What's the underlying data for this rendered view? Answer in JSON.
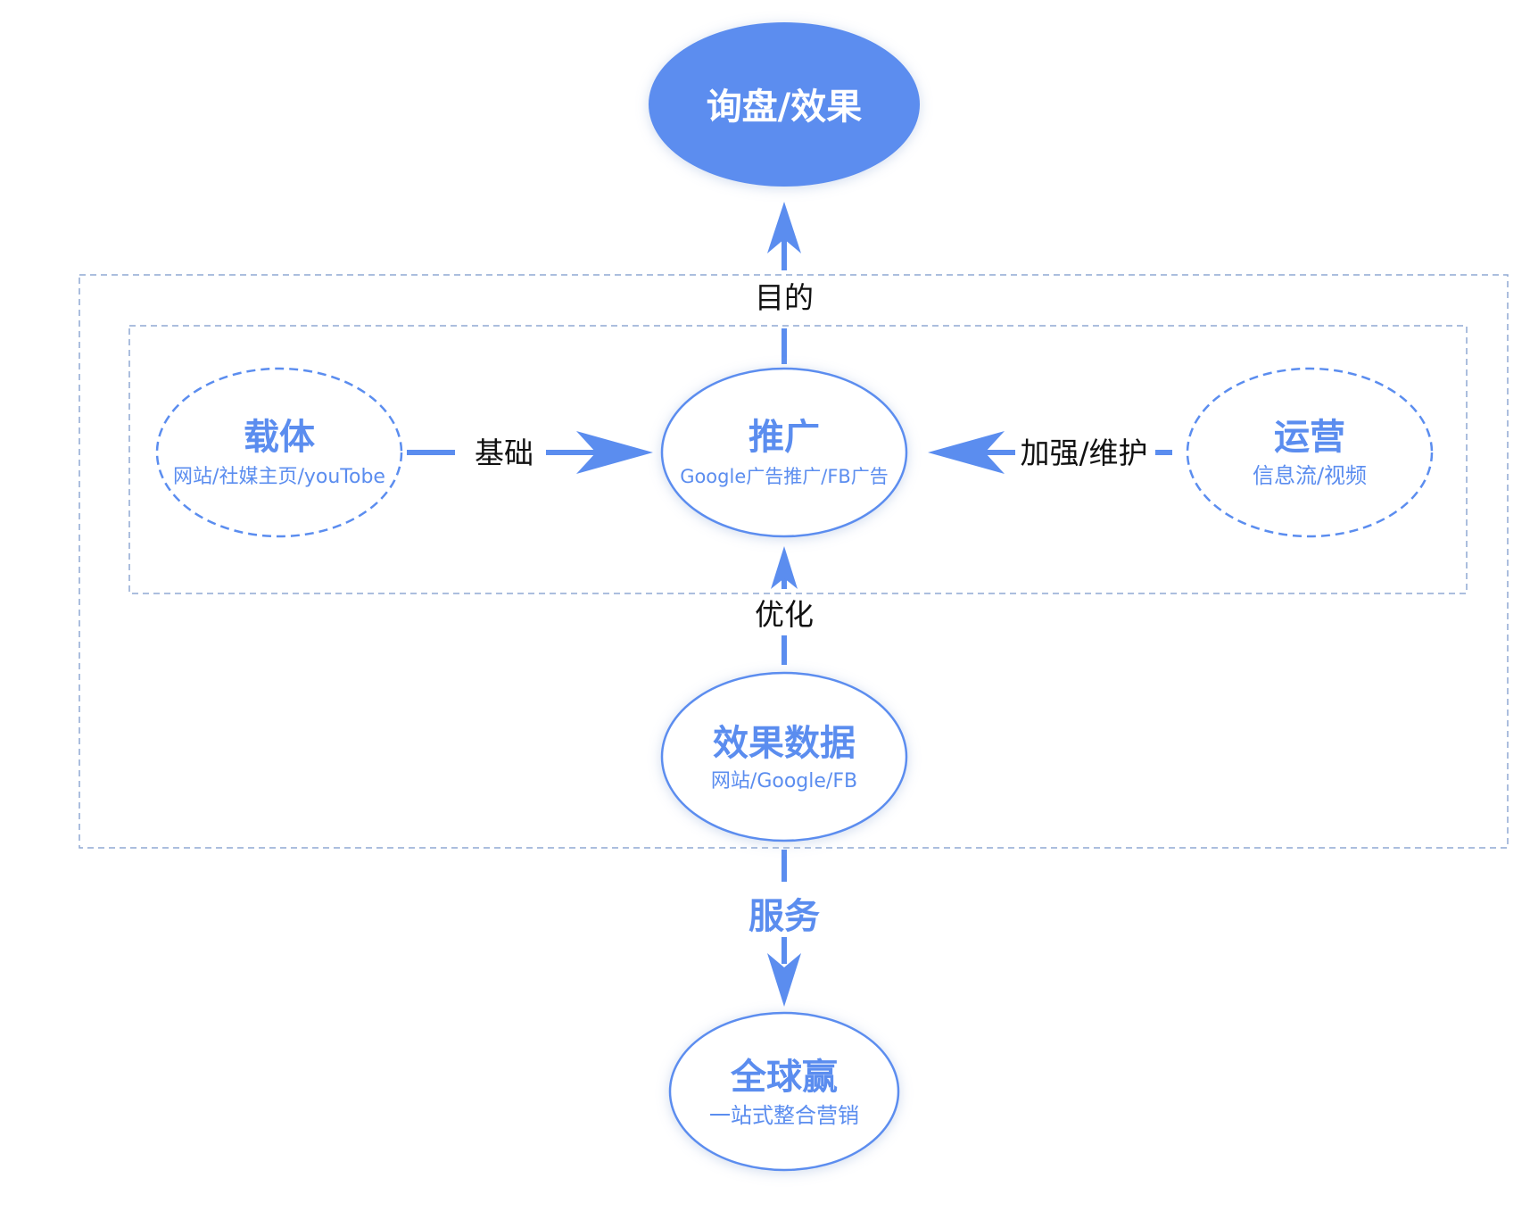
{
  "colors": {
    "accent": "#5b8def",
    "frame": "#8fa9d3",
    "text": "#111111",
    "background": "#ffffff"
  },
  "nodes": {
    "goal": {
      "title": "询盘/效果"
    },
    "carrier": {
      "title": "载体",
      "subtitle": "网站/社媒主页/youTobe"
    },
    "promotion": {
      "title": "推广",
      "subtitle": "Google广告推广/FB广告"
    },
    "operation": {
      "title": "运营",
      "subtitle": "信息流/视频"
    },
    "data": {
      "title": "效果数据",
      "subtitle": "网站/Google/FB"
    },
    "result": {
      "title": "全球赢",
      "subtitle": "一站式整合营销"
    }
  },
  "edges": {
    "purpose": "目的",
    "foundation": "基础",
    "strengthen": "加强/维护",
    "optimize": "优化",
    "service": "服务"
  }
}
